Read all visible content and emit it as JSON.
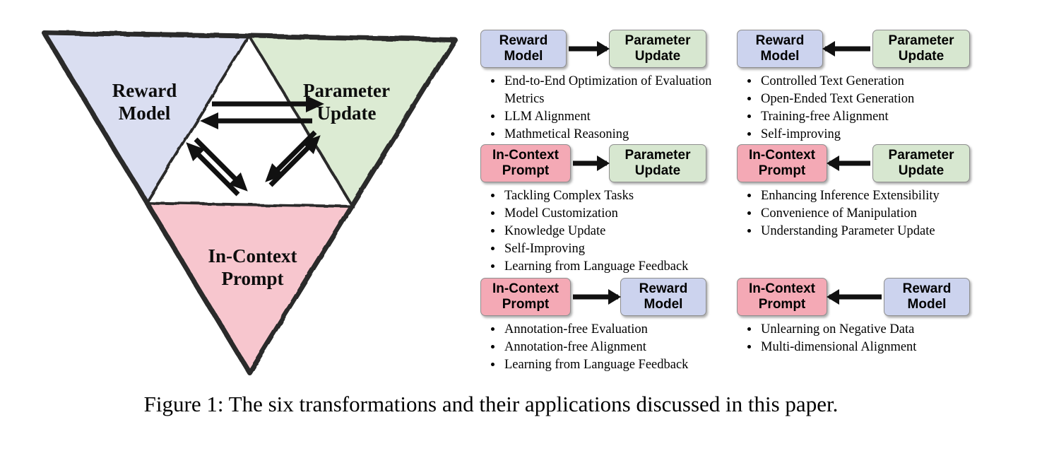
{
  "figure": {
    "caption": "Figure 1: The six transformations and their applications discussed in this paper."
  },
  "colors": {
    "reward_model_box": "#ccd3ee",
    "parameter_update_box": "#d7e7d0",
    "in_context_prompt_box": "#f4a9b5",
    "reward_model_region": "#dadef1",
    "parameter_update_region": "#dcebd3",
    "in_context_prompt_region": "#f7c6ce",
    "arrow": "#111111"
  },
  "triangle": {
    "reward_model": "Reward Model",
    "parameter_update": "Parameter Update",
    "in_context_prompt": "In-Context Prompt"
  },
  "panels": [
    {
      "left": "Reward Model",
      "right": "Parameter Update",
      "direction": "right",
      "bullets": [
        "End-to-End Optimization of Evaluation Metrics",
        "LLM Alignment",
        "Mathmetical Reasoning"
      ]
    },
    {
      "left": "Reward Model",
      "right": "Parameter Update",
      "direction": "left",
      "bullets": [
        "Controlled Text Generation",
        "Open-Ended Text Generation",
        "Training-free Alignment",
        "Self-improving"
      ]
    },
    {
      "left": "In-Context Prompt",
      "right": "Parameter Update",
      "direction": "right",
      "bullets": [
        "Tackling Complex Tasks",
        "Model Customization",
        "Knowledge Update",
        "Self-Improving",
        "Learning from Language Feedback"
      ]
    },
    {
      "left": "In-Context Prompt",
      "right": "Parameter Update",
      "direction": "left",
      "bullets": [
        "Enhancing Inference Extensibility",
        "Convenience of Manipulation",
        "Understanding Parameter Update"
      ]
    },
    {
      "left": "In-Context Prompt",
      "right": "Reward Model",
      "direction": "right",
      "bullets": [
        "Annotation-free Evaluation",
        "Annotation-free Alignment",
        "Learning from Language Feedback"
      ]
    },
    {
      "left": "In-Context Prompt",
      "right": "Reward Model",
      "direction": "left",
      "bullets": [
        "Unlearning on Negative Data",
        "Multi-dimensional Alignment"
      ]
    }
  ]
}
